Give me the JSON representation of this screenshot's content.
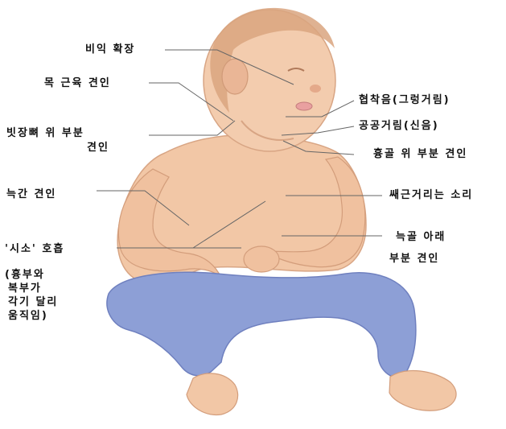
{
  "labels": {
    "nasal_flaring": "비익 확장",
    "neck_muscle_retraction": "목 근육 견인",
    "costal_upper_retraction_line1": "빗장뼈 위 부분",
    "costal_upper_retraction_line2": "견인",
    "intercostal_retraction": "늑간 견인",
    "seesaw_breathing": "'시소' 호흡",
    "seesaw_note_line1": "(흉부와",
    "seesaw_note_line2": "복부가",
    "seesaw_note_line3": "각기 달리",
    "seesaw_note_line4": "움직임)",
    "stridor": "협착음(그렁거림)",
    "grunting": "공공거림(신음)",
    "suprasternal_retraction": "흉골 위 부분 견인",
    "wheezing": "쌔근거리는 소리",
    "subcostal_retraction_line1": "늑골 아래",
    "subcostal_retraction_line2": "부분 견인"
  },
  "colors": {
    "skin": "#f2c7a6",
    "skin_shadow": "#dca07c",
    "hair": "#d9a57f",
    "pants": "#8d9fd6",
    "pants_shadow": "#6f80bf",
    "leader_line": "#666666",
    "text": "#111111"
  }
}
